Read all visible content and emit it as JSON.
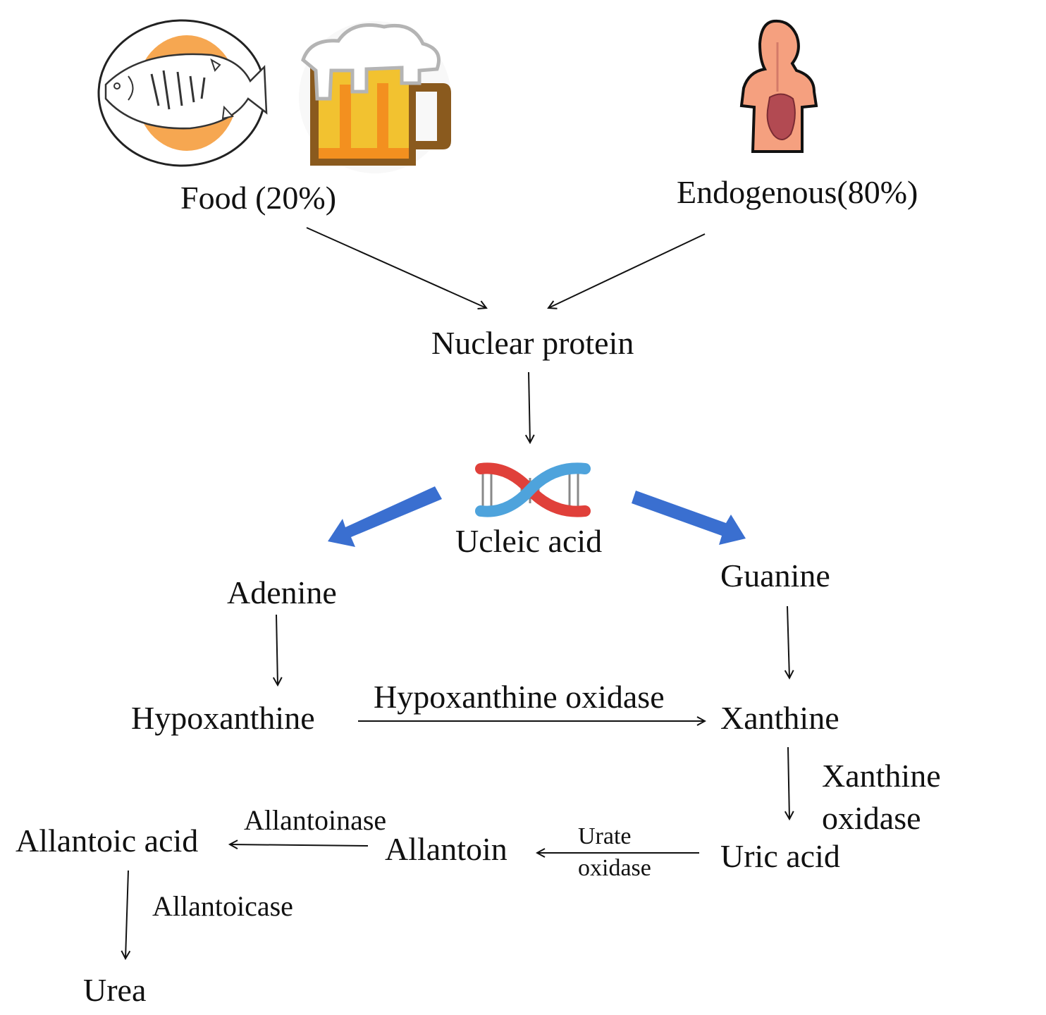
{
  "sources": {
    "food": {
      "label": "Food (20%)",
      "icons": [
        "fish-plate-icon",
        "beer-mug-icon"
      ]
    },
    "endogenous": {
      "label": "Endogenous(80%)",
      "icons": [
        "human-body-organs-icon"
      ]
    }
  },
  "nodes": {
    "nuclear_protein": "Nuclear protein",
    "nucleic_acid": "Ucleic acid",
    "adenine": "Adenine",
    "guanine": "Guanine",
    "hypoxanthine": "Hypoxanthine",
    "xanthine": "Xanthine",
    "uric_acid": "Uric acid",
    "allantoin": "Allantoin",
    "allantoic_acid": "Allantoic acid",
    "urea": "Urea"
  },
  "enzymes": {
    "hypoxanthine_oxidase": "Hypoxanthine oxidase",
    "xanthine_oxidase_line1": "Xanthine",
    "xanthine_oxidase_line2": "oxidase",
    "urate_oxidase_line1": "Urate",
    "urate_oxidase_line2": "oxidase",
    "allantoinase": "Allantoinase",
    "allantoicase": "Allantoicase"
  },
  "colors": {
    "branch_arrow": "#3a6fd0",
    "dna_red": "#e0403a",
    "dna_blue": "#4ea3dc",
    "beer_yellow": "#f2c230",
    "beer_orange": "#f3901f",
    "plate_orange": "#f6a751",
    "skin": "#f5a07f"
  }
}
